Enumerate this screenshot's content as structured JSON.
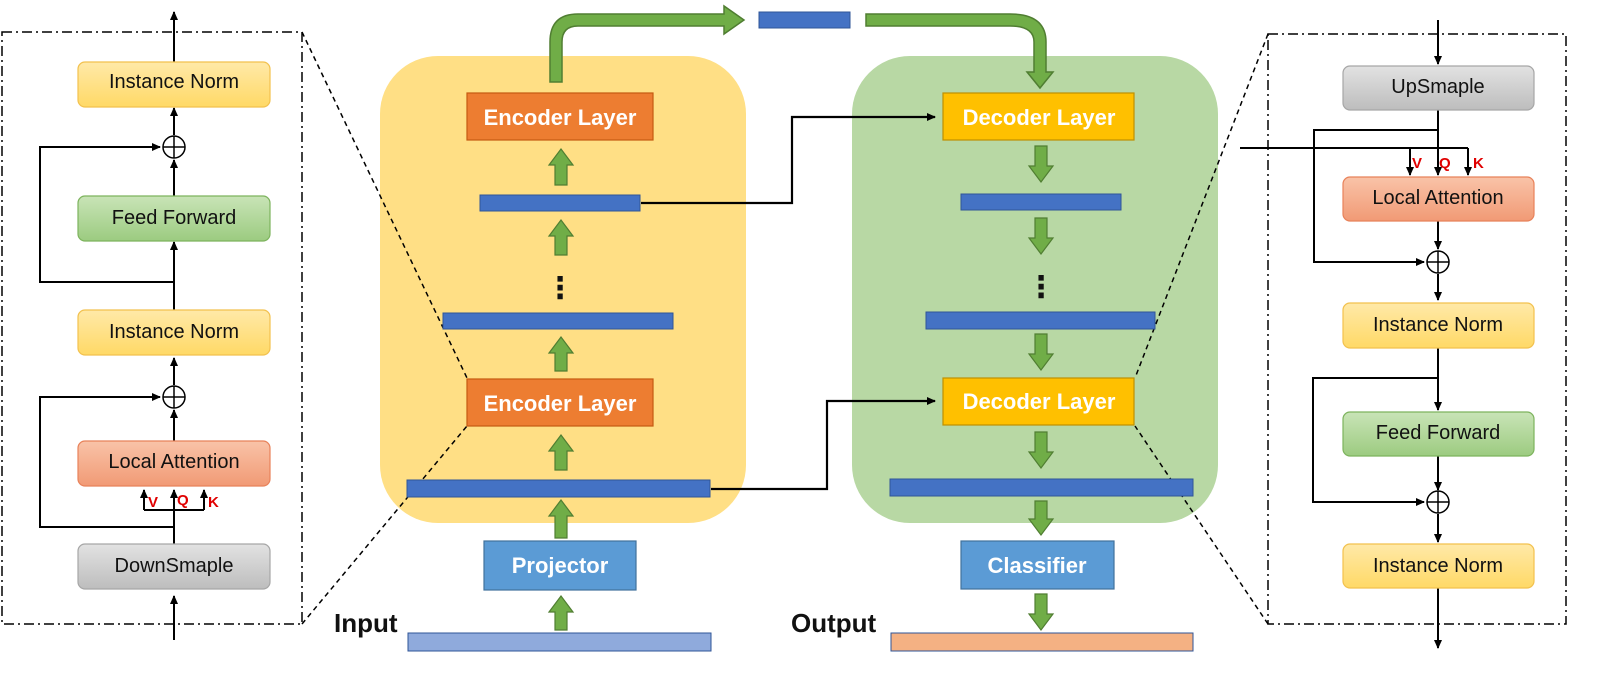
{
  "left_block": {
    "norm_top": "Instance Norm",
    "feed_forward": "Feed Forward",
    "norm_mid": "Instance Norm",
    "local_attention": "Local Attention",
    "downsample": "DownSmaple",
    "v": "V",
    "q": "Q",
    "k": "K"
  },
  "encoder": {
    "layer_top": "Encoder Layer",
    "layer_bottom": "Encoder Layer",
    "ellipsis": "⋮"
  },
  "decoder": {
    "layer_top": "Decoder Layer",
    "layer_bottom": "Decoder Layer",
    "ellipsis": "⋮"
  },
  "projector": "Projector",
  "classifier": "Classifier",
  "input_label": "Input",
  "output_label": "Output",
  "right_block": {
    "upsample": "UpSmaple",
    "local_attention": "Local Attention",
    "norm_mid": "Instance Norm",
    "feed_forward": "Feed Forward",
    "norm_bottom": "Instance Norm",
    "v": "V",
    "q": "Q",
    "k": "K"
  },
  "colors": {
    "encoder_bg": "#FFDF85",
    "decoder_bg": "#B8D8A4",
    "encoder_layer": "#ED7D31",
    "decoder_layer": "#FFC000",
    "feature_bar": "#4472C4",
    "projector": "#5B9BD5",
    "input_bar": "#8FAADC",
    "output_bar": "#F4B183",
    "arrow_green": "#70AD47",
    "norm_box": "#FFD966",
    "ff_box": "#A9D18E",
    "attn_box": "#F4A582",
    "sample_box": "#C9C9C9"
  }
}
